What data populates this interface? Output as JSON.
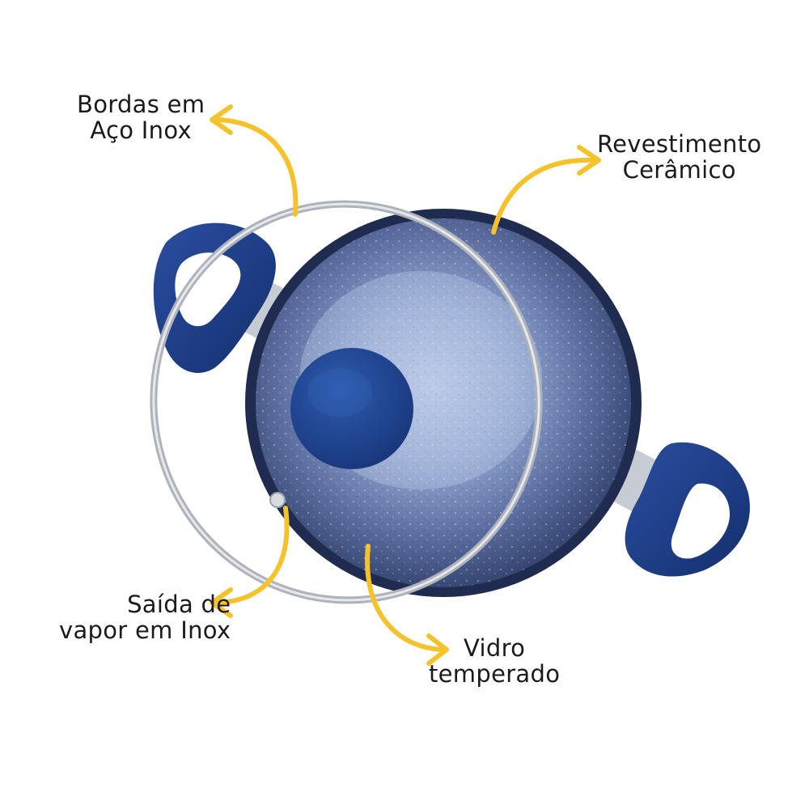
{
  "labels": {
    "bordas": {
      "line1": "Bordas em",
      "line2": "Aço Inox"
    },
    "revestimento": {
      "line1": "Revestimento",
      "line2": "Cerâmico"
    },
    "saida": {
      "line1": "Saída de",
      "line2": "vapor em Inox"
    },
    "vidro": {
      "line1": "Vidro",
      "line2": "temperado"
    }
  },
  "colors": {
    "arrow": "#F6C22C",
    "handle": "#1E3E8A",
    "pan_coating": "#3B4F7E",
    "glass_rim": "#B9BCC2",
    "knob": "#234A9B"
  },
  "icons": {
    "pan": "ceramic-casserole-pan-icon",
    "arrow": "curved-arrow-icon"
  }
}
